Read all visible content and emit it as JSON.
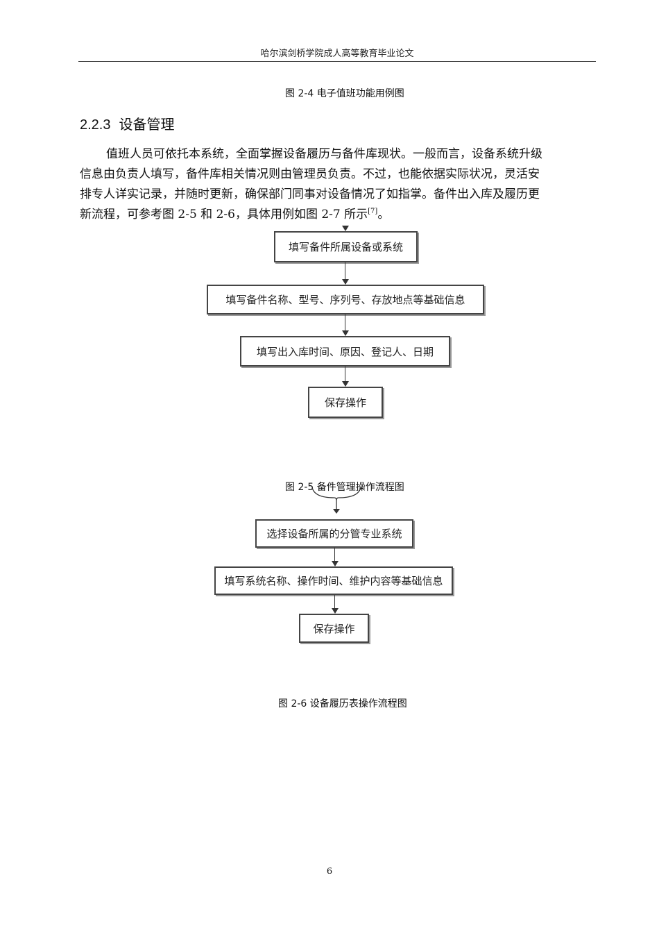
{
  "header": {
    "title": "哈尔滨剑桥学院成人高等教育毕业论文"
  },
  "fig_2_4": {
    "caption": "图  2-4  电子值班功能用例图"
  },
  "section": {
    "number": "2.2.3",
    "title": "设备管理"
  },
  "paragraph": {
    "line1": "值班人员可依托本系统，全面掌握设备履历与备件库现状。一般而言，设备系统升级",
    "line2": "信息由负责人填写，备件库相关情况则由管理员负责。不过，也能依据实际状况，灵活安",
    "line3": "排专人详实记录，并随时更新，确保部门同事对设备情况了如指掌。备件出入库及履历更",
    "line4_text": "新流程，可参考图 2-5 和 2-6，具体用例如图 2-7 所示",
    "line4_ref": "[7]",
    "line4_end": "。"
  },
  "flow_2_5": {
    "steps": [
      "填写备件所属设备或系统",
      "填写备件名称、型号、序列号、存放地点等基础信息",
      "填写出入库时间、原因、登记人、日期",
      "保存操作"
    ],
    "caption": "图  2-5  备件管理操作流程图"
  },
  "flow_2_6": {
    "steps": [
      "选择设备所属的分管专业系统",
      "填写系统名称、操作时间、维护内容等基础信息",
      "保存操作"
    ],
    "caption": "图  2-6  设备履历表操作流程图"
  },
  "footer": {
    "page_number": "6"
  }
}
